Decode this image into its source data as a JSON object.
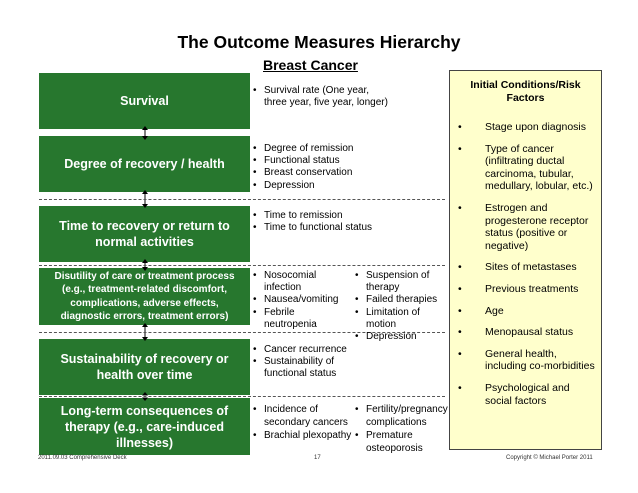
{
  "title": "The Outcome Measures Hierarchy",
  "subtitle": "Breast Cancer",
  "hierarchy": [
    {
      "label": "Survival",
      "bullets": [
        "Survival rate (One year, three year, five year, longer)"
      ],
      "bullets_right": []
    },
    {
      "label": "Degree of recovery / health",
      "bullets": [
        "Degree of remission",
        "Functional status",
        "Breast conservation",
        "Depression"
      ],
      "bullets_right": []
    },
    {
      "label": "Time to recovery or return to normal activities",
      "bullets": [
        "Time to remission",
        "Time to functional status"
      ],
      "bullets_right": []
    },
    {
      "label": "Disutility of care or treatment process (e.g., treatment-related discomfort, complications, adverse effects, diagnostic errors, treatment errors)",
      "bullets": [
        "Nosocomial infection",
        "Nausea/vomiting",
        "Febrile neutropenia"
      ],
      "bullets_right": [
        "Suspension of therapy",
        "Failed therapies",
        "Limitation of motion",
        "Depression"
      ]
    },
    {
      "label": "Sustainability of recovery or health over time",
      "bullets": [
        "Cancer recurrence",
        "Sustainability of functional status"
      ],
      "bullets_right": []
    },
    {
      "label": "Long-term consequences of therapy  (e.g., care-induced illnesses)",
      "bullets": [
        "Incidence of secondary cancers",
        "Brachial plexopathy"
      ],
      "bullets_right": [
        "Fertility/pregnancy complications",
        "Premature osteoporosis"
      ]
    }
  ],
  "conditions_panel": {
    "title": "Initial Conditions/Risk Factors",
    "items": [
      "Stage upon diagnosis",
      "Type of cancer (infiltrating ductal carcinoma, tubular, medullary, lobular, etc.)",
      "Estrogen and progesterone receptor status (positive or negative)",
      "Sites of metastases",
      "Previous treatments",
      "Age",
      "Menopausal status",
      "General health, including co-morbidities",
      "Psychological and social factors"
    ]
  },
  "footer": {
    "left": "2011.09.03 Comprehensive Deck",
    "page": "17",
    "right": "Copyright © Michael Porter 2011"
  },
  "colors": {
    "box_fill": "#27772e",
    "box_text": "#ffffff",
    "panel_fill": "#ffffcc"
  }
}
